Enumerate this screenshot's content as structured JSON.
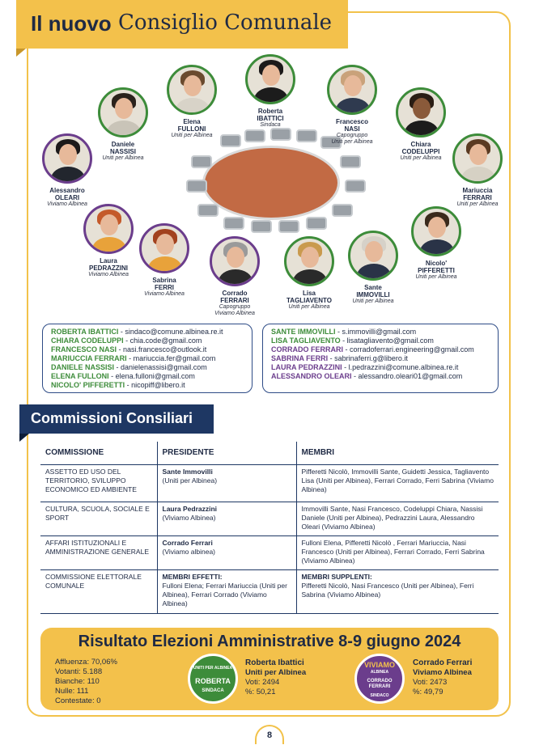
{
  "title": {
    "bold": "Il nuovo",
    "script": "Consiglio Comunale"
  },
  "members": [
    {
      "first": "Roberta",
      "last": "IBATTICI",
      "role": "Sindaca",
      "party": ""
    },
    {
      "first": "Elena",
      "last": "FULLONI",
      "role": "",
      "party": "Uniti per Albinea"
    },
    {
      "first": "Francesco",
      "last": "NASI",
      "role": "Capogruppo",
      "party": "Uniti per Albinea"
    },
    {
      "first": "Daniele",
      "last": "NASSISI",
      "role": "",
      "party": "Uniti per Albinea"
    },
    {
      "first": "Chiara",
      "last": "CODELUPPI",
      "role": "",
      "party": "Uniti per Albinea"
    },
    {
      "first": "Alessandro",
      "last": "OLEARI",
      "role": "",
      "party": "Viviamo Albinea"
    },
    {
      "first": "Mariuccia",
      "last": "FERRARI",
      "role": "",
      "party": "Uniti per Albinea"
    },
    {
      "first": "Laura",
      "last": "PEDRAZZINI",
      "role": "",
      "party": "Viviamo Albinea"
    },
    {
      "first": "Nicolo'",
      "last": "PIFFERETTI",
      "role": "",
      "party": "Uniti per Albinea"
    },
    {
      "first": "Sabrina",
      "last": "FERRI",
      "role": "",
      "party": "Viviamo Albinea"
    },
    {
      "first": "Corrado",
      "last": "FERRARI",
      "role": "Capogruppo",
      "party": "Viviamo Albinea"
    },
    {
      "first": "Lisa",
      "last": "TAGLIAVENTO",
      "role": "",
      "party": "Uniti per Albinea"
    },
    {
      "first": "Sante",
      "last": "IMMOVILLI",
      "role": "",
      "party": "Uniti per Albinea"
    }
  ],
  "contacts_left": [
    {
      "name": "ROBERTA IBATTICI",
      "email": " - sindaco@comune.albinea.re.it",
      "color": "g"
    },
    {
      "name": "CHIARA CODELUPPI",
      "email": " - chia.code@gmail.com",
      "color": "g"
    },
    {
      "name": "FRANCESCO NASI",
      "email": " - nasi.francesco@outlook.it",
      "color": "g"
    },
    {
      "name": "MARIUCCIA FERRARI",
      "email": " - mariuccia.fer@gmail.com",
      "color": "g"
    },
    {
      "name": "DANIELE NASSISI",
      "email": " - danielenassisi@gmail.com",
      "color": "g"
    },
    {
      "name": "ELENA FULLONI",
      "email": " - elena.fulloni@gmail.com",
      "color": "g"
    },
    {
      "name": "NICOLO' PIFFERETTI",
      "email": " - nicopiff@libero.it",
      "color": "g"
    }
  ],
  "contacts_right": [
    {
      "name": "SANTE IMMOVILLI",
      "email": " - s.immovilli@gmail.com",
      "color": "g"
    },
    {
      "name": "LISA TAGLIAVENTO",
      "email": " - lisatagliavento@gmail.com",
      "color": "g"
    },
    {
      "name": "CORRADO FERRARI",
      "email": " - corradoferrari.engineering@gmail.com",
      "color": "p"
    },
    {
      "name": "SABRINA FERRI",
      "email": " - sabrinaferri.g@libero.it",
      "color": "p"
    },
    {
      "name": "LAURA PEDRAZZINI",
      "email": " - l.pedrazzini@comune.albinea.re.it",
      "color": "p"
    },
    {
      "name": "ALESSANDRO OLEARI",
      "email": " - alessandro.oleari01@gmail.com",
      "color": "p"
    }
  ],
  "commissions": {
    "heading": "Commissioni Consiliari",
    "headers": [
      "COMMISSIONE",
      "PRESIDENTE",
      "MEMBRI"
    ],
    "rows": [
      {
        "name": "ASSETTO ED USO DEL TERRITORIO, SVILUPPO ECONOMICO ED AMBIENTE",
        "pres_bold": "Sante Immovilli",
        "pres_rest": "(Uniti per Albinea)",
        "members": "Pifferetti Nicolò, Immovilli Sante, Guidetti Jessica, Tagliavento Lisa (Uniti per Albinea), Ferrari Corrado, Ferri Sabrina (Viviamo Albinea)"
      },
      {
        "name": "CULTURA, SCUOLA, SOCIALE E SPORT",
        "pres_bold": "Laura Pedrazzini",
        "pres_rest": "(Viviamo Albinea)",
        "members": "Immovilli Sante, Nasi Francesco, Codeluppi Chiara, Nassisi Daniele (Uniti per Albinea), Pedrazzini Laura, Alessandro Oleari (Viviamo Albinea)"
      },
      {
        "name": "AFFARI ISTITUZIONALI E AMMINISTRAZIONE GENERALE",
        "pres_bold": "Corrado Ferrari",
        "pres_rest": "(Viviamo albinea)",
        "members": "Fulloni Elena, Pifferetti Nicolò , Ferrari Mariuccia, Nasi Francesco (Uniti per Albinea), Ferrari Corrado, Ferri Sabrina (Viviamo Albinea)"
      },
      {
        "name": "COMMISSIONE ELETTORALE COMUNALE",
        "pres_bold": "MEMBRI EFFETTI:",
        "pres_rest": "Fulloni Elena; Ferrari Mariuccia (Uniti per Albinea), Ferrari Corrado (Viviamo Albinea)",
        "members_bold": "MEMBRI SUPPLENTI:",
        "members": "Pifferetti Nicolò, Nasi Francesco (Uniti per Albinea), Ferri Sabrina (Viviamo Albinea)"
      }
    ]
  },
  "results": {
    "title": "Risultato Elezioni Amministrative 8-9 giugno 2024",
    "stats": [
      "Affluenza: 70,06%",
      "Votanti: 5.188",
      "Bianche: 110",
      "Nulle: 111",
      "Contestate: 0"
    ],
    "candidate1": {
      "name": "Roberta Ibattici",
      "party": "Uniti per Albinea",
      "votes": "Voti: 2494",
      "pct": "%: 50,21",
      "logo_top": "UNITI PER ALBINEA",
      "logo_name": "ROBERTA",
      "logo_sub": "SINDACA"
    },
    "candidate2": {
      "name": "Corrado Ferrari",
      "party": "Viviamo Albinea",
      "votes": "Voti: 2473",
      "pct": "%: 49,79",
      "logo_top": "VIVIAMO",
      "logo_top2": "ALBINEA",
      "logo_name": "CORRADO FERRARI",
      "logo_sub": "SINDACO"
    }
  },
  "page_number": "8"
}
